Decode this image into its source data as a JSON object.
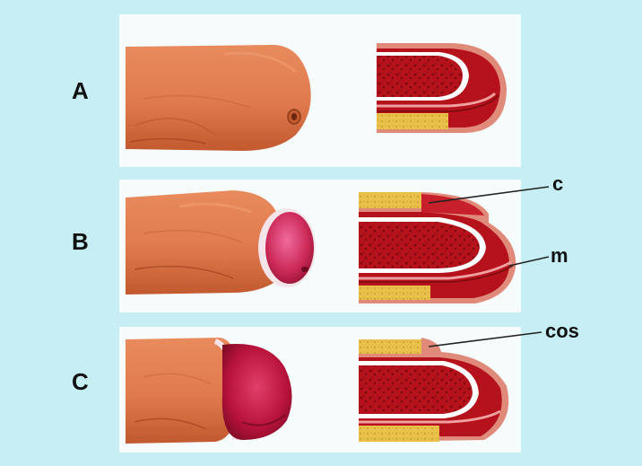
{
  "colors": {
    "background": "#c6eef4",
    "panel": "#f6fbfc",
    "skin": "#e07a4e",
    "skin_dark": "#b8502a",
    "glans": "#c4204a",
    "tissue_red": "#b5121b",
    "tissue_dark": "#7a0a10",
    "fat_yellow": "#e8c04a",
    "white_line": "#ffffff"
  },
  "rows": [
    {
      "label": "A"
    },
    {
      "label": "B"
    },
    {
      "label": "C"
    }
  ],
  "callouts": {
    "c": "c",
    "m": "m",
    "cos": "cos"
  }
}
